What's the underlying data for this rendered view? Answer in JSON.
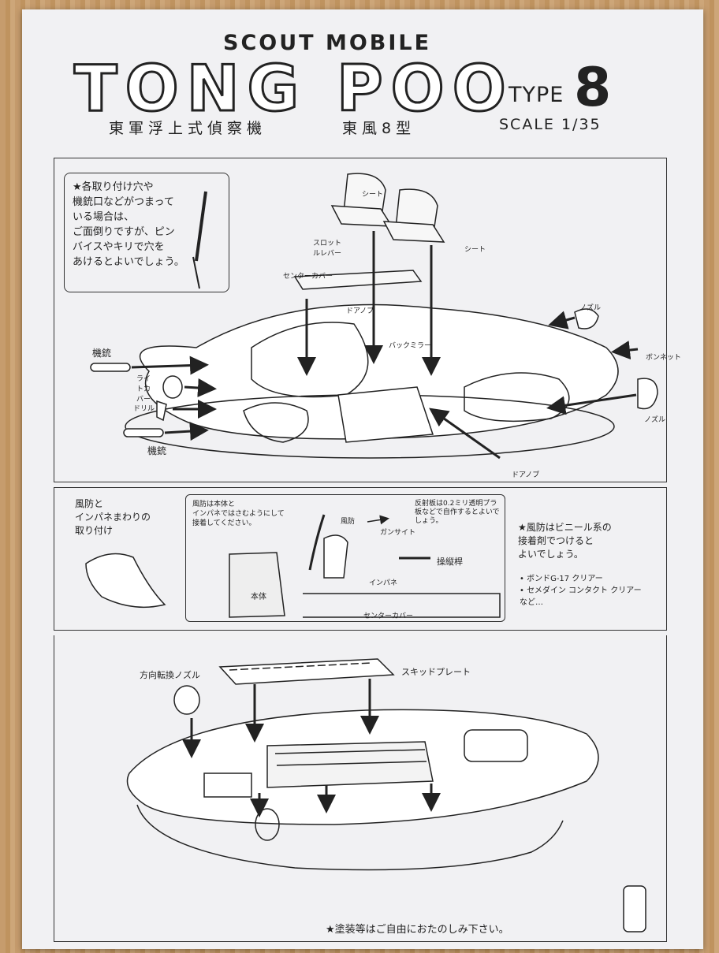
{
  "header": {
    "subtitle": "SCOUT MOBILE",
    "title": "TONG POO",
    "type_label": "TYPE",
    "type_number": "8",
    "scale": "SCALE  1/35",
    "jp_title": "東軍浮上式偵察機",
    "jp_type": "東風8型"
  },
  "panel1": {
    "note_lines": [
      "★各取り付け穴や",
      "機銃口などがつまって",
      "いる場合は、",
      "ご面倒りですが、ピン",
      "バイスやキリで穴を",
      "あけるとよいでしょう。"
    ],
    "labels": {
      "seat1": "シート",
      "seat2": "シート",
      "throttle": "スロットルレバー",
      "center_cover": "センターカバー",
      "door_knob_top": "ドアノブ",
      "back_mirror": "バックミラー",
      "nozzle_top": "ノズル",
      "bonnet": "ボンネット",
      "machine_gun_top": "機銃",
      "light_cover": "ライトカバー",
      "drill": "ドリル",
      "machine_gun_bottom": "機銃",
      "nozzle_bottom": "ノズル",
      "door_knob_bottom": "ドアノブ"
    }
  },
  "panel2": {
    "heading_lines": [
      "風防と",
      "インパネまわりの",
      "取り付け"
    ],
    "inner_note_lines": [
      "風防は本体と",
      "インパネではさむようにして",
      "接着してください。"
    ],
    "labels": {
      "windshield": "風防",
      "gunsight": "ガンサイト",
      "reflector_note": "反射板は0.2ミリ透明プラ板などで自作するとよいでしょう。",
      "joystick": "操縦桿",
      "body": "本体",
      "instrument_panel": "インパネ",
      "center_cover": "センターカバー"
    },
    "side_note_lines": [
      "★風防はビニール系の",
      "接着剤でつけると",
      "よいでしょう。"
    ],
    "products": [
      "• ボンドG-17 クリアー",
      "• セメダイン コンタクト クリアー",
      "など…"
    ]
  },
  "panel3": {
    "labels": {
      "direction_nozzle": "方向転換ノズル",
      "skid_plate": "スキッドプレート"
    },
    "footer_note": "★塗装等はご自由におたのしみ下さい。"
  }
}
